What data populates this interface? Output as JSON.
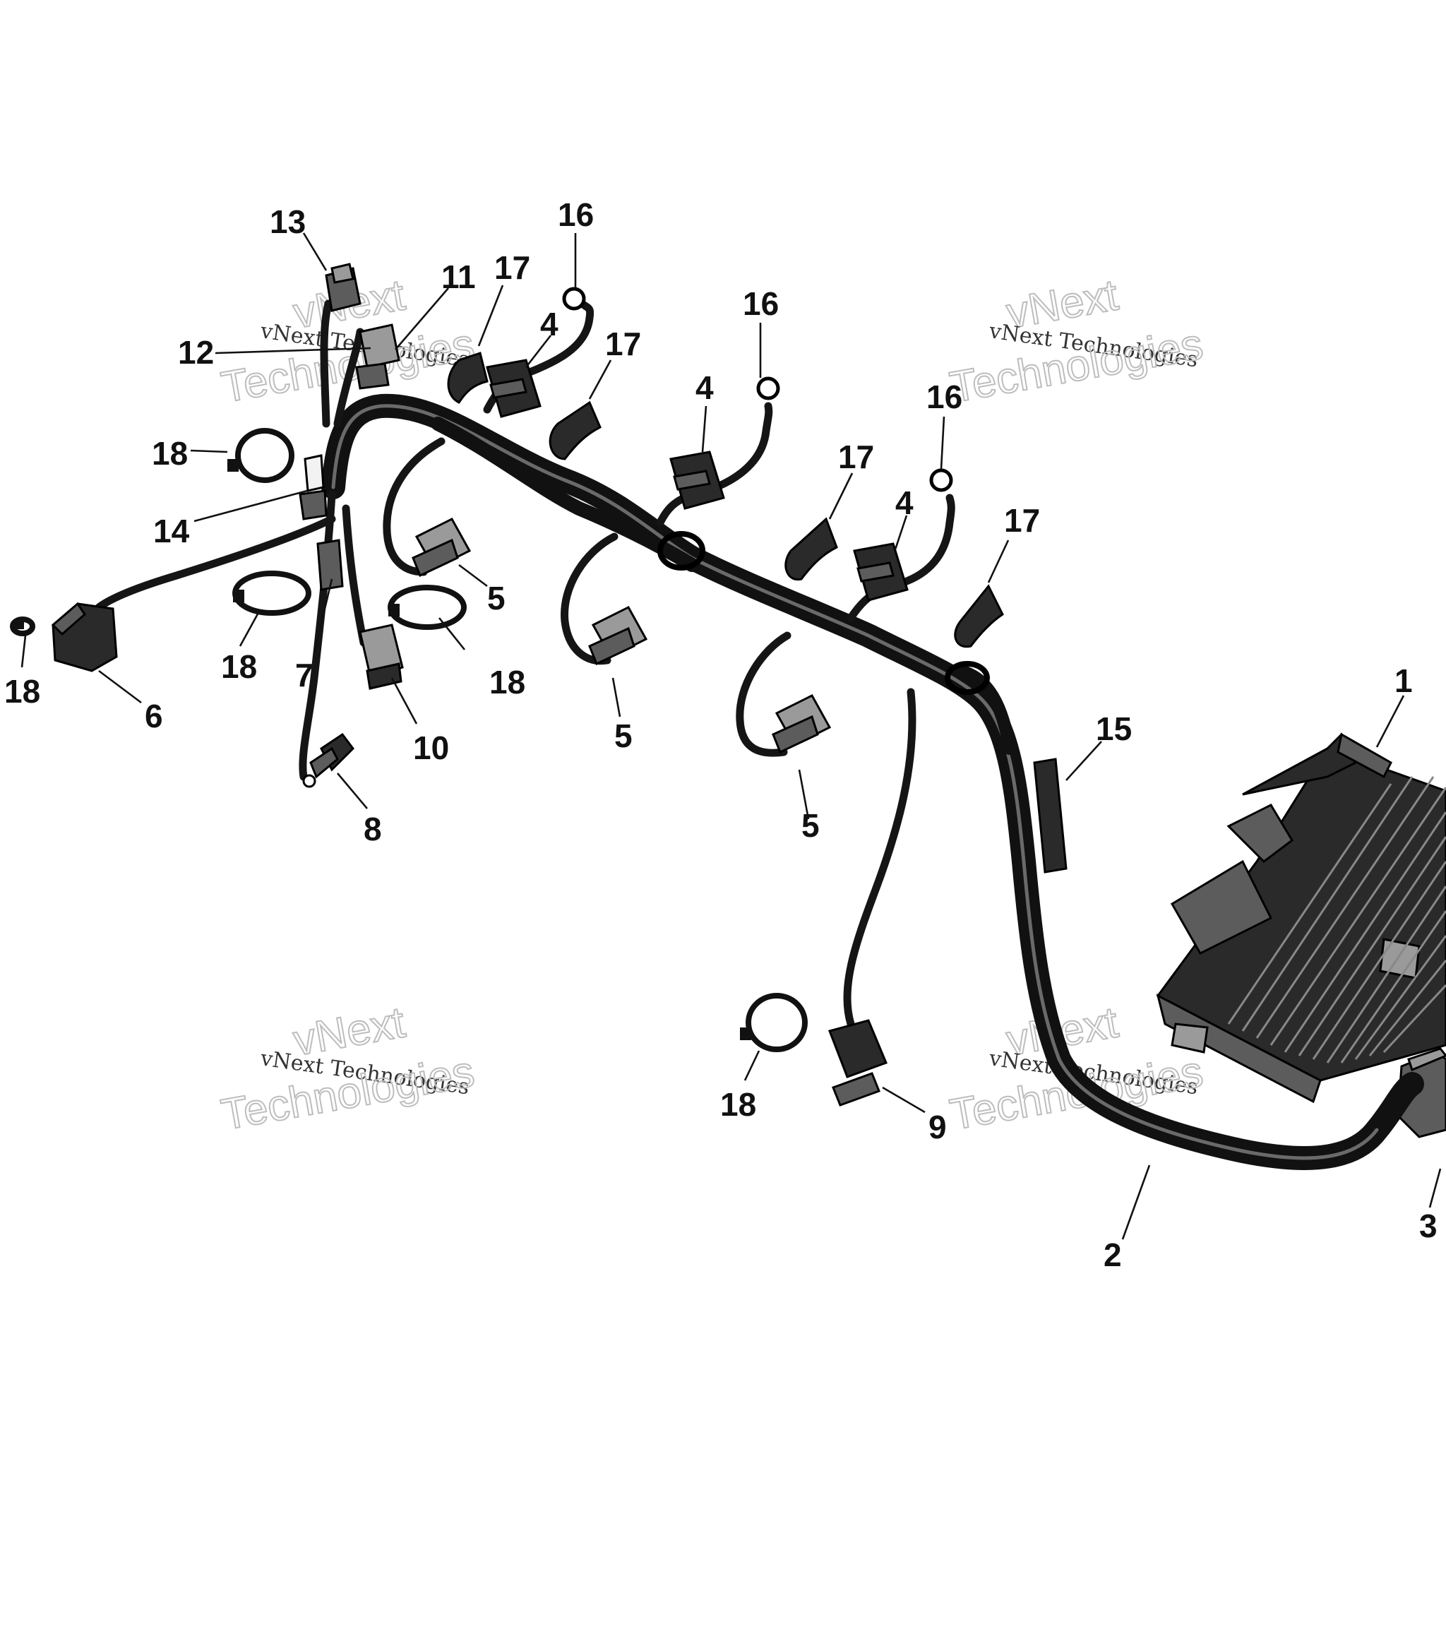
{
  "watermark": {
    "line1": "vNext Technologies",
    "big_top": "vNext",
    "big_bottom": "Technologies"
  },
  "callouts": {
    "c1": "1",
    "c2": "2",
    "c3": "3",
    "c4a": "4",
    "c4b": "4",
    "c4c": "4",
    "c5a": "5",
    "c5b": "5",
    "c5c": "5",
    "c6": "6",
    "c7": "7",
    "c8": "8",
    "c9": "9",
    "c10": "10",
    "c11": "11",
    "c12": "12",
    "c13": "13",
    "c14": "14",
    "c15": "15",
    "c16a": "16",
    "c16b": "16",
    "c16c": "16",
    "c17a": "17",
    "c17b": "17",
    "c17c": "17",
    "c17d": "17",
    "c18a": "18",
    "c18b": "18",
    "c18c": "18",
    "c18d": "18",
    "c18e": "18"
  },
  "icons": {
    "ecm": "ecm-module-icon",
    "harness": "wiring-harness-icon",
    "ring_terminal": "ring-terminal-icon",
    "cable_tie": "cable-tie-icon",
    "clip": "harness-clip-icon",
    "connector": "connector-icon"
  },
  "colors": {
    "line": "#111111",
    "part_fill": "#2a2a2a",
    "watermark": "#bdbdbd"
  }
}
